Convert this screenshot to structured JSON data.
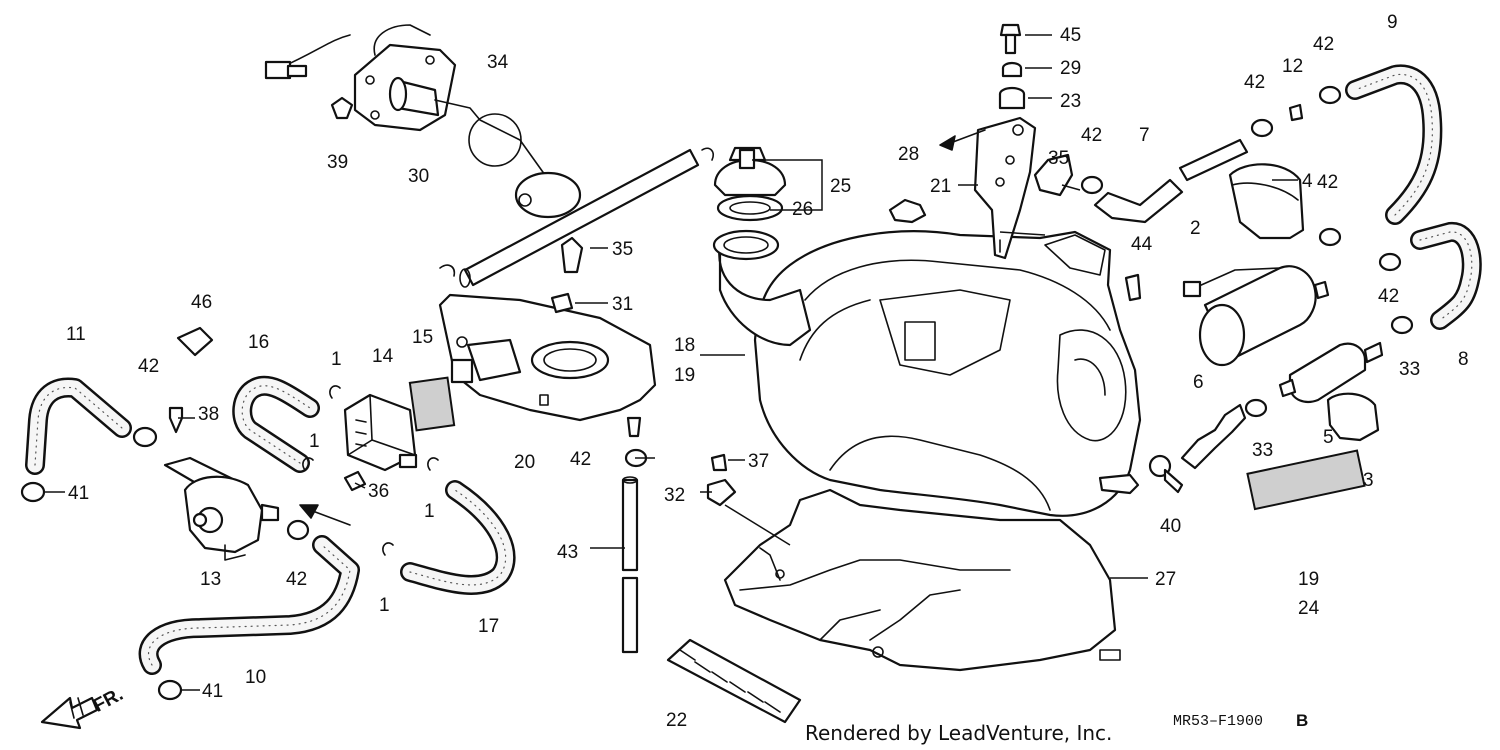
{
  "diagram": {
    "credit": "Rendered by LeadVenture, Inc.",
    "code": "MR53–F1900",
    "code_suffix": "B",
    "front_label": "FR.",
    "labels": [
      "1",
      "1",
      "1",
      "1",
      "2",
      "3",
      "4",
      "5",
      "6",
      "7",
      "8",
      "9",
      "10",
      "11",
      "12",
      "13",
      "14",
      "15",
      "16",
      "17",
      "18",
      "19",
      "19",
      "20",
      "21",
      "22",
      "23",
      "24",
      "25",
      "26",
      "27",
      "28",
      "29",
      "30",
      "31",
      "32",
      "33",
      "33",
      "34",
      "35",
      "35",
      "36",
      "37",
      "38",
      "39",
      "40",
      "41",
      "41",
      "42",
      "42",
      "42",
      "42",
      "42",
      "42",
      "42",
      "42",
      "43",
      "44",
      "45",
      "46"
    ],
    "colors": {
      "line": "#111111",
      "background": "#ffffff",
      "pad": "#cfcfcf"
    }
  }
}
